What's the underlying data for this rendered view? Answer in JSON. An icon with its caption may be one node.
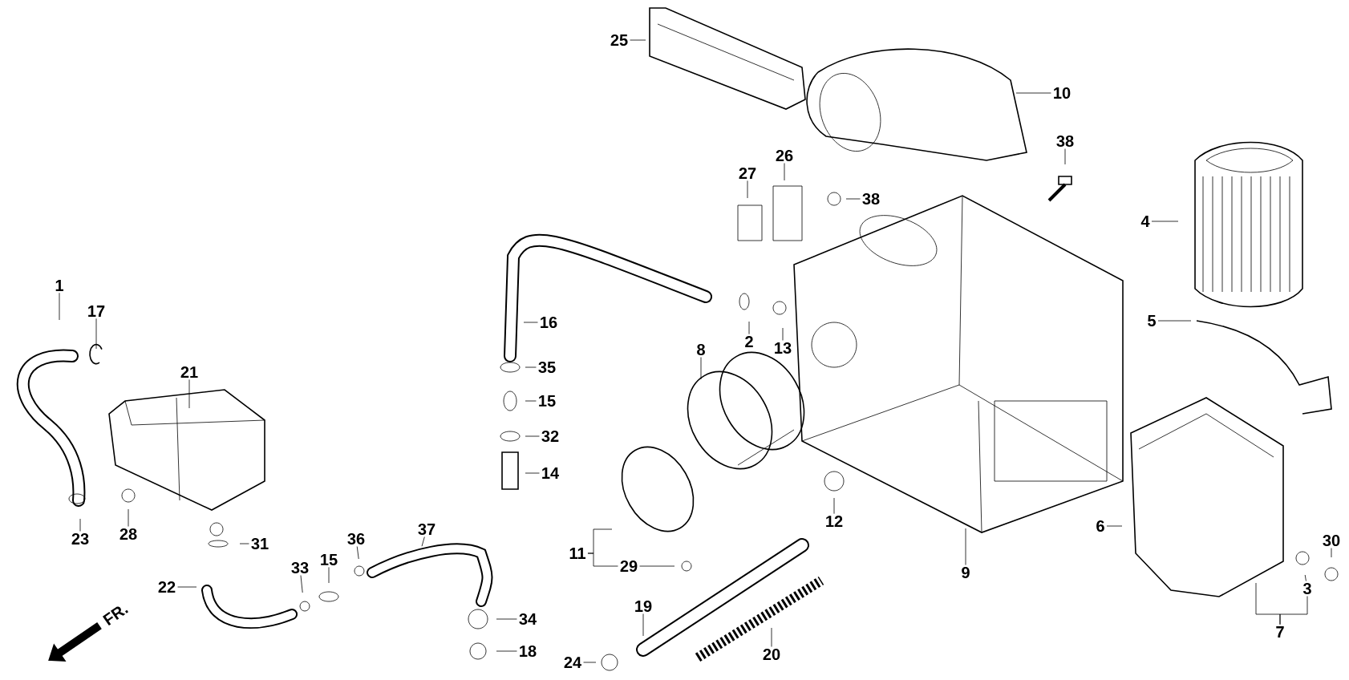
{
  "diagram": {
    "nodes": [
      {
        "text": [
          "1"
        ]
      },
      {
        "text": [
          "17"
        ]
      },
      {
        "text": [
          "21"
        ]
      },
      {
        "text": [
          "23"
        ]
      },
      {
        "text": [
          "28"
        ]
      },
      {
        "text": [
          "31"
        ]
      },
      {
        "text": [
          "22"
        ]
      },
      {
        "text": [
          "33"
        ]
      },
      {
        "text": [
          "15"
        ]
      },
      {
        "text": [
          "36"
        ]
      },
      {
        "text": [
          "37"
        ]
      },
      {
        "text": [
          "16"
        ]
      },
      {
        "text": [
          "35"
        ]
      },
      {
        "text": [
          "15"
        ]
      },
      {
        "text": [
          "32"
        ]
      },
      {
        "text": [
          "14"
        ]
      },
      {
        "text": [
          "34"
        ]
      },
      {
        "text": [
          "18"
        ]
      },
      {
        "text": [
          "24"
        ]
      },
      {
        "text": [
          "19"
        ]
      },
      {
        "text": [
          "20"
        ]
      },
      {
        "text": [
          "11"
        ]
      },
      {
        "text": [
          "29"
        ]
      },
      {
        "text": [
          "12"
        ]
      },
      {
        "text": [
          "8"
        ]
      },
      {
        "text": [
          "2"
        ]
      },
      {
        "text": [
          "13"
        ]
      },
      {
        "text": [
          "9"
        ]
      },
      {
        "text": [
          "6"
        ]
      },
      {
        "text": [
          "3"
        ]
      },
      {
        "text": [
          "30"
        ]
      },
      {
        "text": [
          "7"
        ]
      },
      {
        "text": [
          "5"
        ]
      },
      {
        "text": [
          "4"
        ]
      },
      {
        "text": [
          "38"
        ]
      },
      {
        "text": [
          "38"
        ]
      },
      {
        "text": [
          "27"
        ]
      },
      {
        "text": [
          "26"
        ]
      },
      {
        "text": [
          "10"
        ]
      },
      {
        "text": [
          "25"
        ]
      }
    ],
    "edges": [
      {
        "from": 0,
        "to": null,
        "arrow": "none"
      },
      {
        "from": 1,
        "to": null,
        "arrow": "none"
      },
      {
        "from": 2,
        "to": null,
        "arrow": "none"
      },
      {
        "from": 3,
        "to": null,
        "arrow": "none"
      },
      {
        "from": 4,
        "to": null,
        "arrow": "none"
      },
      {
        "from": 5,
        "to": null,
        "arrow": "none"
      },
      {
        "from": 6,
        "to": null,
        "arrow": "none"
      },
      {
        "from": 7,
        "to": null,
        "arrow": "none"
      },
      {
        "from": 8,
        "to": null,
        "arrow": "none"
      },
      {
        "from": 9,
        "to": null,
        "arrow": "none"
      },
      {
        "from": 10,
        "to": null,
        "arrow": "none"
      },
      {
        "from": 11,
        "to": null,
        "arrow": "none"
      },
      {
        "from": 12,
        "to": null,
        "arrow": "none"
      },
      {
        "from": 13,
        "to": null,
        "arrow": "none"
      },
      {
        "from": 14,
        "to": null,
        "arrow": "none"
      },
      {
        "from": 15,
        "to": null,
        "arrow": "none"
      },
      {
        "from": 16,
        "to": null,
        "arrow": "none"
      },
      {
        "from": 17,
        "to": null,
        "arrow": "none"
      },
      {
        "from": 18,
        "to": null,
        "arrow": "none"
      },
      {
        "from": 19,
        "to": null,
        "arrow": "none"
      },
      {
        "from": 20,
        "to": null,
        "arrow": "none"
      },
      {
        "from": 21,
        "to": null,
        "arrow": "none"
      },
      {
        "from": 21,
        "to": 22,
        "arrow": "none"
      },
      {
        "from": 22,
        "to": null,
        "arrow": "none"
      },
      {
        "from": 23,
        "to": null,
        "arrow": "none"
      },
      {
        "from": 24,
        "to": null,
        "arrow": "none"
      },
      {
        "from": 25,
        "to": null,
        "arrow": "none"
      },
      {
        "from": 26,
        "to": null,
        "arrow": "none"
      },
      {
        "from": 27,
        "to": null,
        "arrow": "none"
      },
      {
        "from": 28,
        "to": null,
        "arrow": "none"
      },
      {
        "from": 29,
        "to": null,
        "arrow": "none"
      },
      {
        "from": 30,
        "to": null,
        "arrow": "none"
      },
      {
        "from": 31,
        "to": null,
        "arrow": "none"
      },
      {
        "from": 31,
        "to": 29,
        "arrow": "none"
      },
      {
        "from": 32,
        "to": null,
        "arrow": "none"
      },
      {
        "from": 33,
        "to": null,
        "arrow": "none"
      },
      {
        "from": 34,
        "to": null,
        "arrow": "none"
      },
      {
        "from": 35,
        "to": null,
        "arrow": "none"
      },
      {
        "from": 36,
        "to": null,
        "arrow": "none"
      },
      {
        "from": 37,
        "to": null,
        "arrow": "none"
      },
      {
        "from": 38,
        "to": null,
        "arrow": "none"
      },
      {
        "from": 39,
        "to": null,
        "arrow": "none"
      }
    ],
    "labels": [
      "FR."
    ]
  }
}
